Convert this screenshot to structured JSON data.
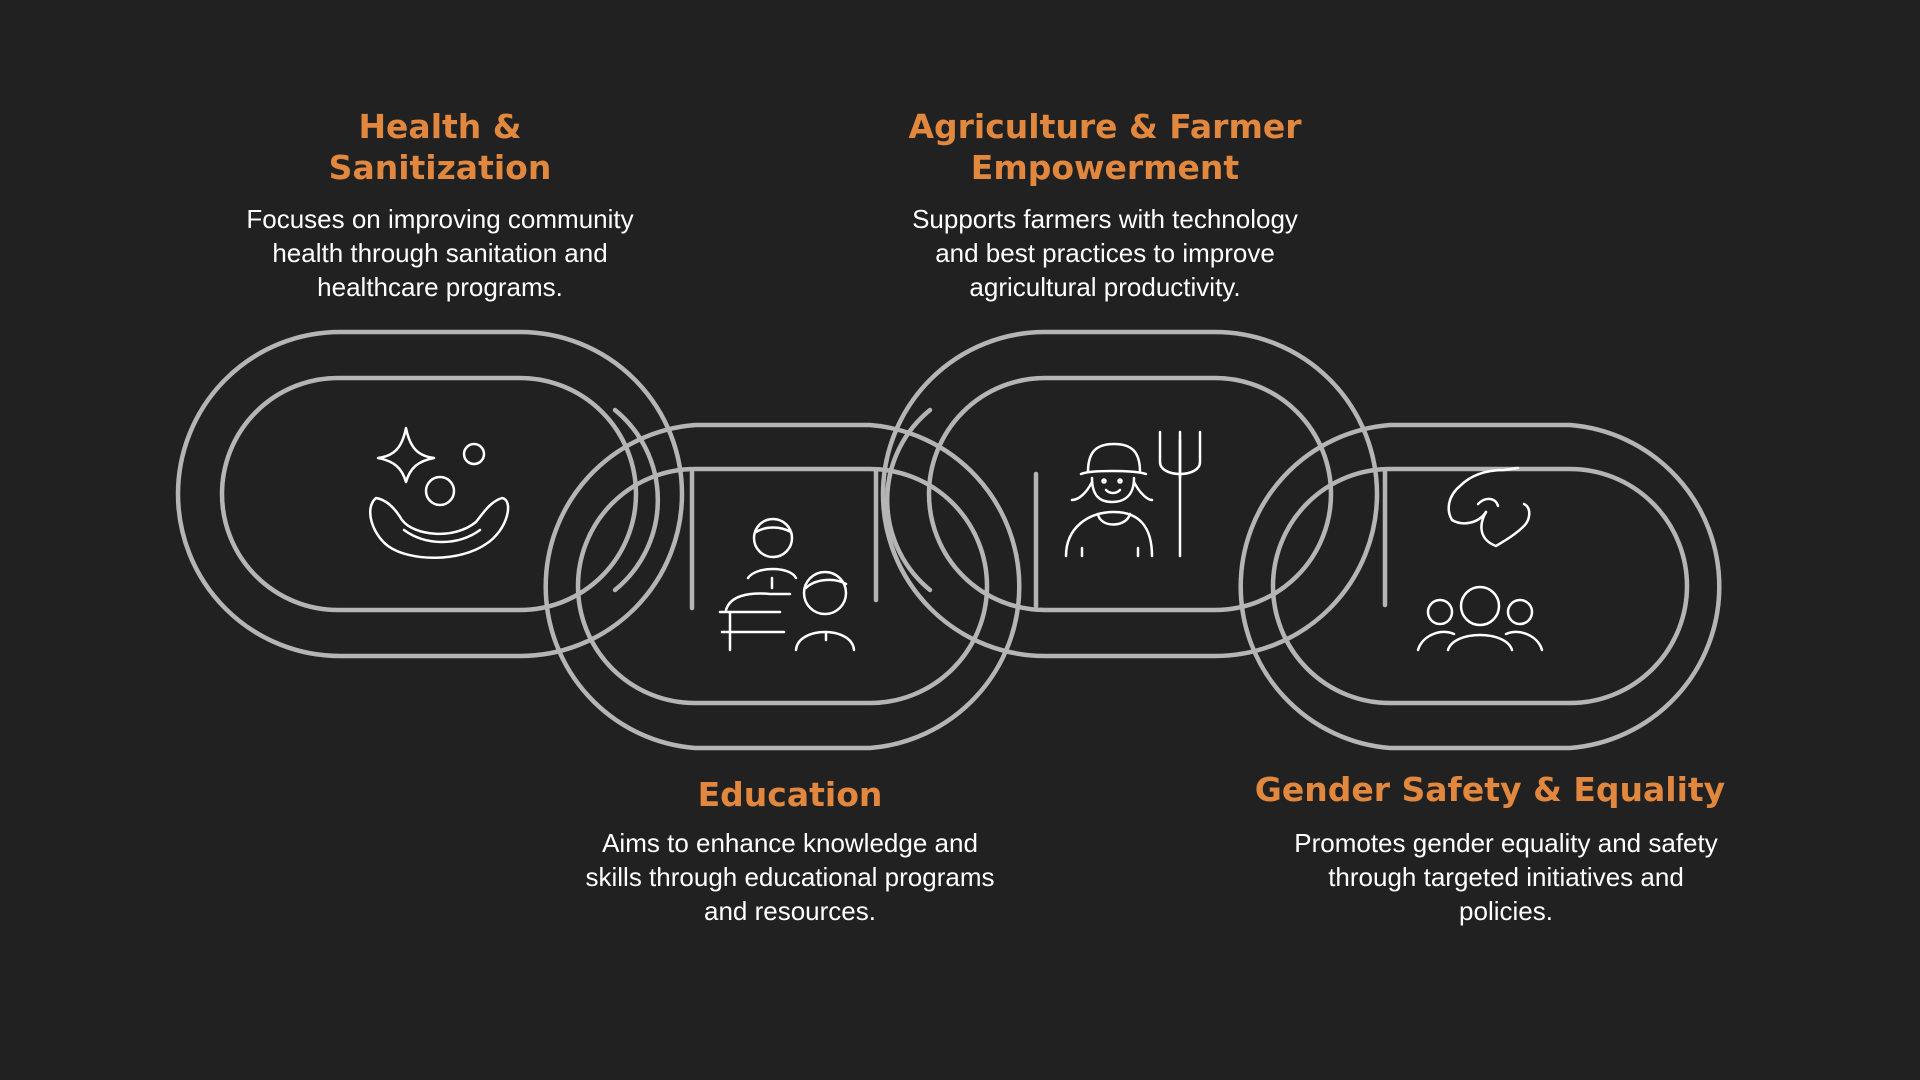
{
  "colors": {
    "background": "#212121",
    "accent": "#E1873E",
    "link_stroke": "#B5B5B5",
    "icon_stroke": "#FFFFFF",
    "text": "#FFFFFF"
  },
  "sections": [
    {
      "title": "Health &\nSanitization",
      "description": "Focuses on improving community health through sanitation and healthcare programs.",
      "icon": "health-sparkle-icon"
    },
    {
      "title": "Education",
      "description": "Aims to enhance knowledge and skills through educational programs and resources.",
      "icon": "teacher-student-icon"
    },
    {
      "title": "Agriculture & Farmer\nEmpowerment",
      "description": "Supports farmers with technology and best practices to improve agricultural productivity.",
      "icon": "farmer-pitchfork-icon"
    },
    {
      "title": "Gender Safety & Equality",
      "description": "Promotes gender equality and safety through targeted initiatives and policies.",
      "icon": "protective-hand-group-icon"
    }
  ]
}
